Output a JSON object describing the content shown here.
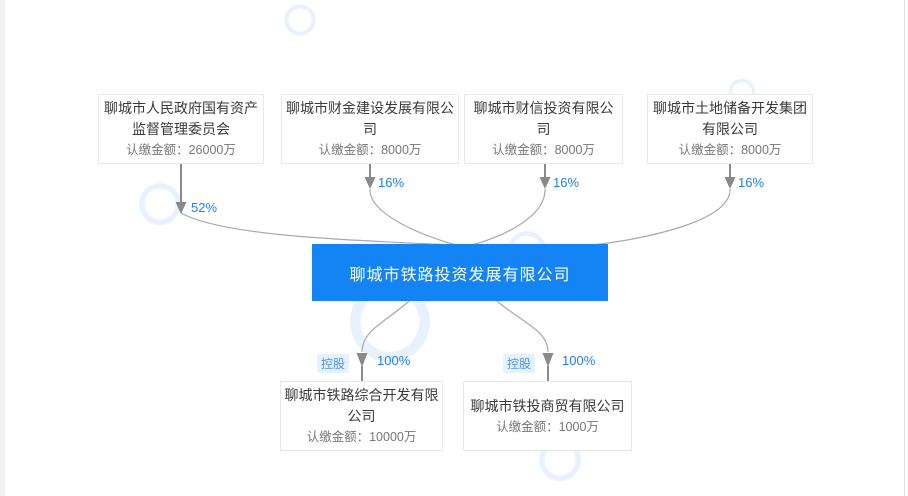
{
  "focus_company": {
    "name": "聊城市铁路投资发展有限公司"
  },
  "shareholders": [
    {
      "name": "聊城市人民政府国有资产监督管理委员会",
      "amount": "认缴金额：26000万",
      "percent": "52%"
    },
    {
      "name": "聊城市财金建设发展有限公司",
      "amount": "认缴金额：8000万",
      "percent": "16%"
    },
    {
      "name": "聊城市财信投资有限公司",
      "amount": "认缴金额：8000万",
      "percent": "16%"
    },
    {
      "name": "聊城市土地储备开发集团有限公司",
      "amount": "认缴金额：8000万",
      "percent": "16%"
    }
  ],
  "subsidiaries": [
    {
      "name": "聊城市铁路综合开发有限公司",
      "amount": "认缴金额：10000万",
      "percent": "100%",
      "relation_badge": "控股"
    },
    {
      "name": "聊城市铁投商贸有限公司",
      "amount": "认缴金额：1000万",
      "percent": "100%",
      "relation_badge": "控股"
    }
  ],
  "colors": {
    "accent-blue": "#1484F4",
    "percent-blue": "#2080F2",
    "badge-bg": "#E5F1FD",
    "badge-text": "#4D94F5",
    "line-grey": "#A9A9A9",
    "arrow-grey": "#8A8A8A",
    "box-border": "#E9E9E9",
    "name-text": "#3A3A3A",
    "amount-text": "#777777",
    "watermark-blue": "#D9EAFB"
  }
}
